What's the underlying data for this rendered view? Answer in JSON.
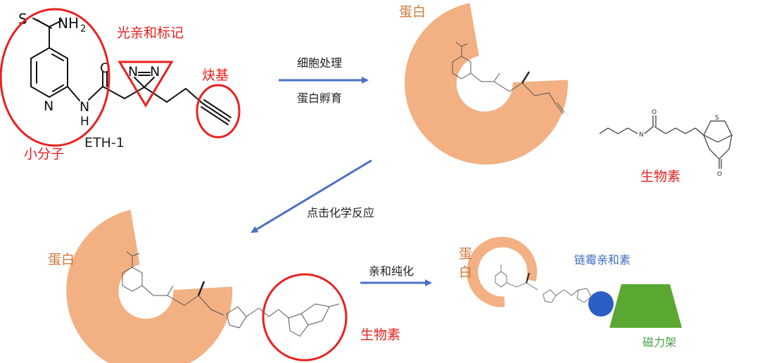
{
  "colors": {
    "protein": "#f3b083",
    "red_label": "#e8211e",
    "protein_label": "#cf7a3c",
    "arrow": "#4a72c4",
    "streptavidin": "#2c5fc4",
    "magnet": "#5aa832"
  },
  "icons": {
    "streptavidin": "blue-circle",
    "magnetic_rack": "green-trapezoid"
  },
  "molecule": {
    "name": "ETH-1",
    "parts": {
      "small_molecule": "小分子",
      "photoaffinity_label": "光亲和标记",
      "alkyne": "炔基"
    },
    "atoms": {
      "S": "S",
      "NH2": "NH",
      "NH2_sub": "2",
      "O": "O",
      "N": "N",
      "NH": "N",
      "H": "H",
      "N1": "N",
      "N2": "N"
    }
  },
  "steps": {
    "step1_line1": "细胞处理",
    "step1_line2": "蛋白孵育",
    "step2": "点击化学反应",
    "step3": "亲和纯化"
  },
  "labels": {
    "protein_top": "蛋白",
    "protein_mid": "蛋白",
    "protein_small_1": "蛋",
    "protein_small_2": "白",
    "biotin_top": "生物素",
    "biotin_mid": "生物素",
    "streptavidin": "链霉亲和素",
    "magnetic_rack": "磁力架"
  }
}
